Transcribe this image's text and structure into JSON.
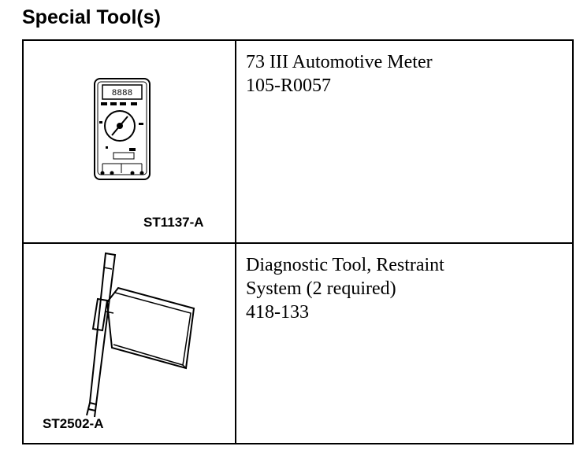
{
  "page": {
    "title": "Special Tool(s)"
  },
  "tools": [
    {
      "figure_code": "ST1137-A",
      "icon": "multimeter-icon",
      "lines": [
        "73 III Automotive Meter",
        "105-R0057"
      ]
    },
    {
      "figure_code": "ST2502-A",
      "icon": "restraint-diagnostic-tool-icon",
      "lines": [
        "Diagnostic Tool, Restraint",
        "System (2 required)",
        "418-133"
      ]
    }
  ]
}
